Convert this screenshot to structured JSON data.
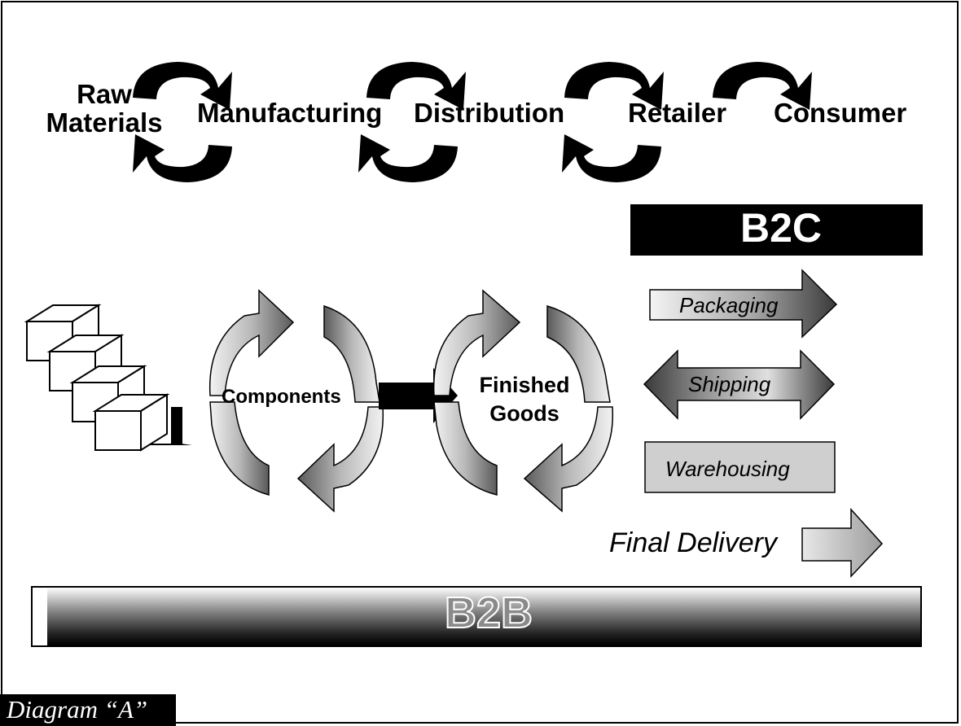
{
  "supply_chain": {
    "raw_materials": "Raw\nMaterials",
    "manufacturing": "Manufacturing",
    "distribution": "Distribution",
    "retailer": "Retailer",
    "consumer": "Consumer"
  },
  "b2c": {
    "label": "B2C"
  },
  "b2b": {
    "label": "B2B"
  },
  "process": {
    "components": "Components",
    "finished_goods": "Finished\nGoods"
  },
  "services": {
    "packaging": "Packaging",
    "shipping": "Shipping",
    "warehousing": "Warehousing",
    "final_delivery": "Final Delivery"
  },
  "caption": "Diagram “A”"
}
